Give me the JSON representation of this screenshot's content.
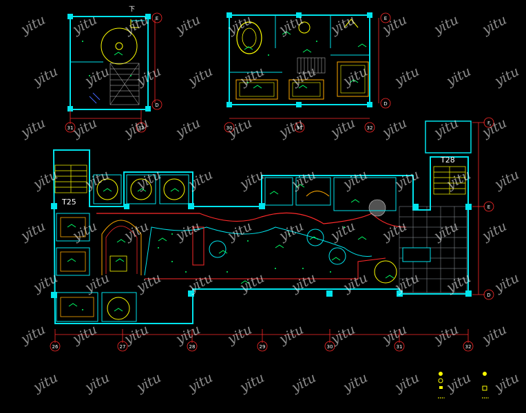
{
  "colors": {
    "background": "#000000",
    "wall": "#00e5ee",
    "dimension": "#ff2a2a",
    "fixture": "#ffff00",
    "grid_line": "#9aa0a6",
    "tag": "#00ff66",
    "legend": "#4466ff",
    "watermark": "#ffffff"
  },
  "watermark_text": "yitu",
  "grid_axes": {
    "top_left": [
      "31",
      "32"
    ],
    "top_right": [
      "30",
      "31",
      "32"
    ],
    "main": [
      "26",
      "27",
      "28",
      "29",
      "30",
      "31",
      "32"
    ]
  },
  "row_axes": {
    "top_left": [
      "E",
      "D"
    ],
    "top_right": [
      "E",
      "D"
    ],
    "main": [
      "F",
      "E",
      "D"
    ]
  },
  "room_tags": {
    "stair_left": "T25",
    "stair_right": "T28",
    "north_top_left": "下"
  },
  "plan_titles": [
    "",
    "",
    ""
  ]
}
